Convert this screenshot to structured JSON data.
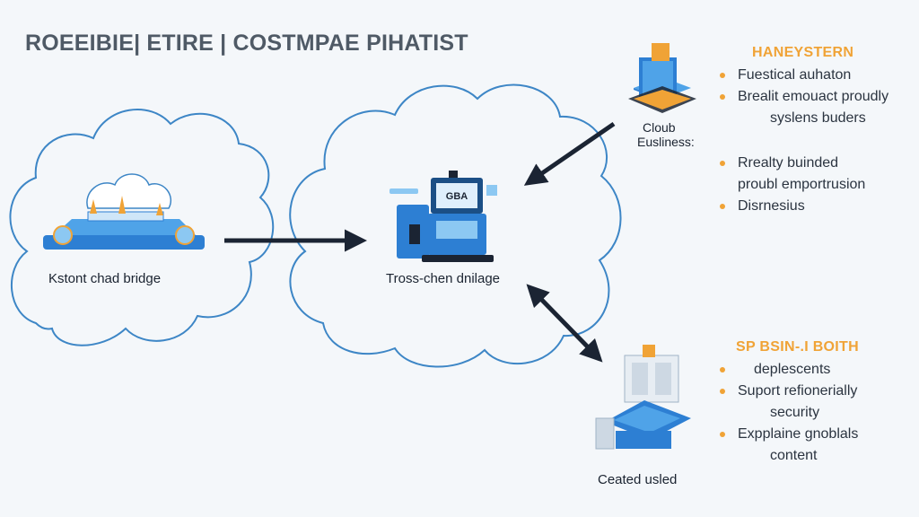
{
  "header": {
    "title": "ROEEIBIE| ETIRE  |  COSTMPAE PIHATIST"
  },
  "nodes": {
    "left_cloud_label": "Kstont chad bridge",
    "center_cloud_label": "Tross-chen dnilage",
    "cloud_business_label_line1": "Cloub",
    "cloud_business_label_line2": "Eusliness:",
    "bottom_node_label": "Ceated usled",
    "monitor_text": "GBA"
  },
  "panel_top": {
    "heading": "HANEYSTERN",
    "items": [
      {
        "line1": "Fuestical auhaton",
        "line2": ""
      },
      {
        "line1": "Brealit emouact proudly",
        "line2": "syslens buders"
      }
    ]
  },
  "panel_middle": {
    "items": [
      {
        "line1": "Rrealty buinded",
        "line2": "proubl emportrusion"
      },
      {
        "line1": "Disrnesius",
        "line2": ""
      }
    ]
  },
  "panel_bottom": {
    "heading": "SP BSIN-.I BOITH",
    "items": [
      {
        "line1": "deplescents",
        "line2": ""
      },
      {
        "line1": "Suport refionerially",
        "line2": "security"
      },
      {
        "line1": "Expplaine gnoblals",
        "line2": "content"
      }
    ]
  },
  "colors": {
    "cloud_stroke": "#3d86c6",
    "arrow": "#1b2433",
    "accent": "#f0a336",
    "icon_blue": "#2d7fd3"
  }
}
